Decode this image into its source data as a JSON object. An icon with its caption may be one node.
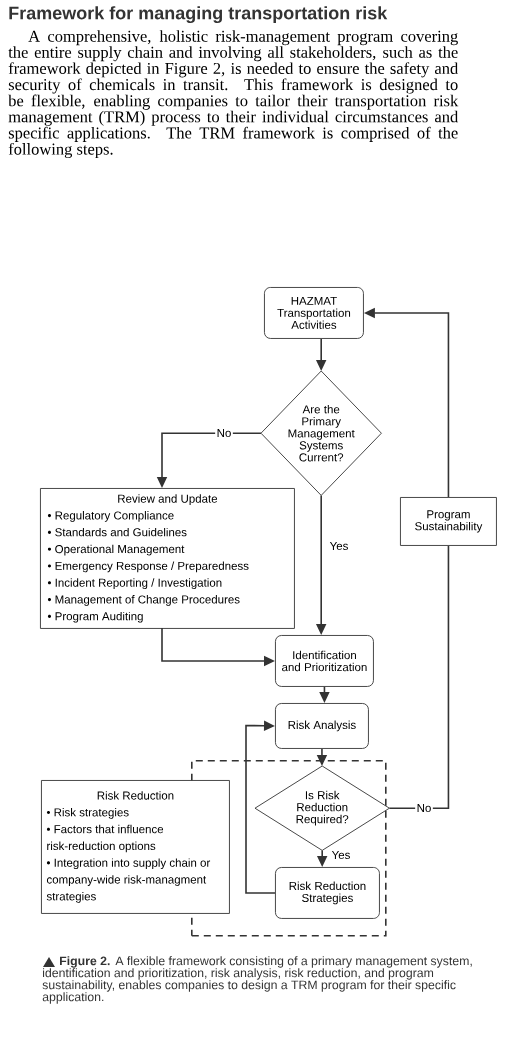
{
  "diagram": {
    "title": "Framework for managing transportation risk",
    "caption": "**Figure 2.** A flexible framework consisting of a primary management system, identification and prioritization, risk analysis, risk reduction, and program sustainability, enables companies to design a TRM program for their specific application.",
    "nodes": [
      {
        "text": [
          "HAZMAT Transportation Activities"
        ]
      },
      {
        "text": [
          "Are the Primary Management Systems Current?"
        ]
      },
      {
        "text": [
          "Review and Update",
          "• Regulatory Compliance",
          "• Standards and Guidelines",
          "• Operational Management",
          "• Emergency Response / Preparedness",
          "• Incident Reporting / Investigation",
          "• Management of Change Procedures",
          "• Program Auditing"
        ]
      },
      {
        "text": [
          "Identification and Prioritization"
        ]
      },
      {
        "text": [
          "Risk Analysis"
        ]
      },
      {
        "text": [],
        "shape": "box"
      },
      {
        "text": [
          "Is Risk Reduction Required?"
        ],
        "in": 5
      },
      {
        "text": [
          "Risk Reduction Strategies"
        ],
        "in": 5
      },
      {
        "text": [
          "Risk Reduction",
          "• Risk strategies",
          "• Factors that influence risk-reduction options",
          "• Integration into supply chain or company-wide risk-managment strategies"
        ]
      },
      {
        "text": [
          "Program Sustainability"
        ]
      }
    ],
    "edges": [
      {
        "from": 0,
        "to": 1,
        "arrow": "to"
      },
      {
        "from": 1,
        "to": 2,
        "arrow": "to",
        "label": "No"
      },
      {
        "from": 1,
        "to": 3,
        "arrow": "to",
        "label": "Yes"
      },
      {
        "from": 2,
        "to": 3,
        "arrow": "to"
      },
      {
        "from": 3,
        "to": 4,
        "arrow": "to"
      },
      {
        "from": 4,
        "to": 6,
        "arrow": "to"
      },
      {
        "from": 6,
        "to": 7,
        "arrow": "to",
        "label": "Yes"
      },
      {
        "from": 7,
        "to": 4,
        "arrow": "to"
      },
      {
        "from": 6,
        "to": 9,
        "arrow": "none",
        "label": "No"
      },
      {
        "from": 9,
        "to": 0,
        "arrow": "to"
      }
    ],
    "labels": [
      "A comprehensive, holistic risk-management program covering the entire supply chain and involving all stakeholders, such as the framework depicted in Figure 2, is needed to ensure the safety and security of chemicals in transit. This framework is designed to be flexible, enabling companies to tailor their transportation risk management (TRM) process to their individual circumstances and specific applications. The TRM framework is comprised of the following steps."
    ]
  }
}
